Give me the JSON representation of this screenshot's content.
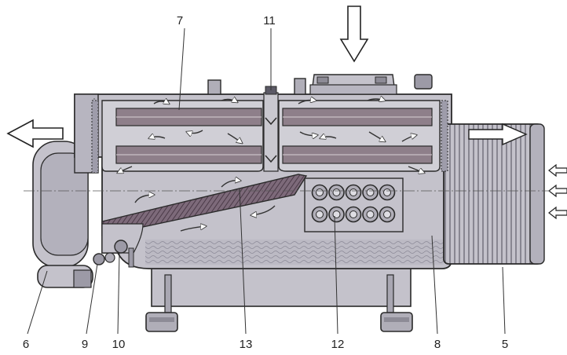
{
  "callouts": {
    "c5": "5",
    "c6": "6",
    "c7": "7",
    "c8": "8",
    "c9": "9",
    "c10": "10",
    "c11": "11",
    "c12": "12",
    "c13": "13"
  },
  "colors": {
    "body": "#c4c2cb",
    "body_dark": "#a9a7b2",
    "outline": "#2a2a2a",
    "rotor_bar": "#8e7f8a",
    "hatch": "#6f5a6a",
    "arrow_fill": "#ffffff"
  }
}
